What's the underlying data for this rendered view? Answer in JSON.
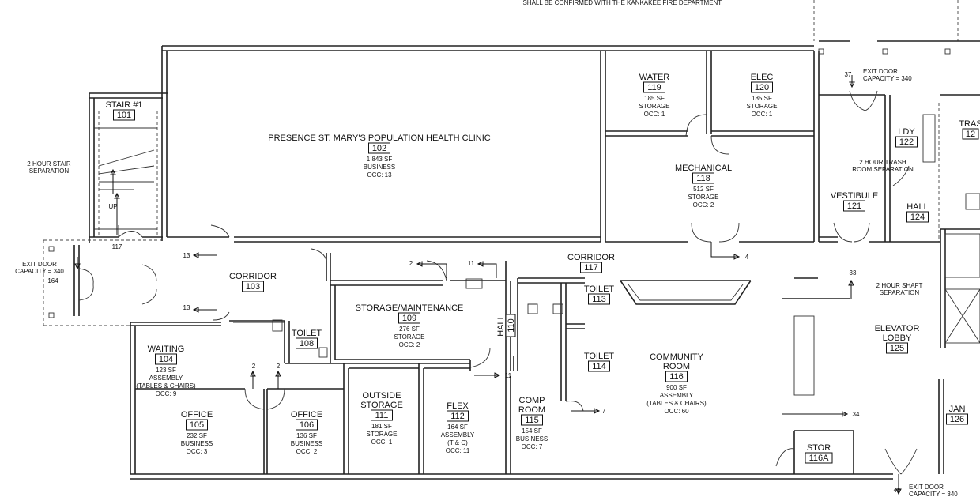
{
  "header_note": "SHALL BE CONFIRMED WITH THE KANKAKEE FIRE DEPARTMENT.",
  "rooms": [
    {
      "key": "stair1",
      "name": "STAIR #1",
      "number": "101",
      "lines": []
    },
    {
      "key": "clinic",
      "name": "PRESENCE ST. MARY'S POPULATION HEALTH CLINIC",
      "number": "102",
      "lines": [
        "1,843 SF",
        "BUSINESS",
        "OCC: 13"
      ]
    },
    {
      "key": "water",
      "name": "WATER",
      "number": "119",
      "lines": [
        "185 SF",
        "STORAGE",
        "OCC: 1"
      ]
    },
    {
      "key": "elec",
      "name": "ELEC",
      "number": "120",
      "lines": [
        "185 SF",
        "STORAGE",
        "OCC: 1"
      ]
    },
    {
      "key": "mechanical",
      "name": "MECHANICAL",
      "number": "118",
      "lines": [
        "512 SF",
        "STORAGE",
        "OCC: 2"
      ]
    },
    {
      "key": "ldy",
      "name": "LDY",
      "number": "122",
      "lines": []
    },
    {
      "key": "trash",
      "name": "TRAS",
      "number": "12",
      "lines": []
    },
    {
      "key": "vestibule",
      "name": "VESTIBULE",
      "number": "121",
      "lines": []
    },
    {
      "key": "hall124",
      "name": "HALL",
      "number": "124",
      "lines": []
    },
    {
      "key": "corridor103",
      "name": "CORRIDOR",
      "number": "103",
      "lines": []
    },
    {
      "key": "corridor117",
      "name": "CORRIDOR",
      "number": "117",
      "lines": []
    },
    {
      "key": "storage109",
      "name": "STORAGE/MAINTENANCE",
      "number": "109",
      "lines": [
        "276 SF",
        "STORAGE",
        "OCC: 2"
      ]
    },
    {
      "key": "hall110",
      "name": "HALL",
      "number": "110",
      "lines": []
    },
    {
      "key": "toilet113",
      "name": "TOILET",
      "number": "113",
      "lines": []
    },
    {
      "key": "toilet114",
      "name": "TOILET",
      "number": "114",
      "lines": []
    },
    {
      "key": "toilet108",
      "name": "TOILET",
      "number": "108",
      "lines": []
    },
    {
      "key": "waiting",
      "name": "WAITING",
      "number": "104",
      "lines": [
        "123 SF",
        "ASSEMBLY",
        "(TABLES & CHAIRS)",
        "OCC: 9"
      ]
    },
    {
      "key": "office105",
      "name": "OFFICE",
      "number": "105",
      "lines": [
        "232 SF",
        "BUSINESS",
        "OCC: 3"
      ]
    },
    {
      "key": "office106",
      "name": "OFFICE",
      "number": "106",
      "lines": [
        "136 SF",
        "BUSINESS",
        "OCC: 2"
      ]
    },
    {
      "key": "outside",
      "name": "OUTSIDE STORAGE",
      "number": "111",
      "lines": [
        "181 SF",
        "STORAGE",
        "OCC: 1"
      ]
    },
    {
      "key": "flex",
      "name": "FLEX",
      "number": "112",
      "lines": [
        "164 SF",
        "ASSEMBLY",
        "(T & C)",
        "OCC: 11"
      ]
    },
    {
      "key": "comp",
      "name": "COMP ROOM",
      "number": "115",
      "lines": [
        "154 SF",
        "BUSINESS",
        "OCC: 7"
      ]
    },
    {
      "key": "community",
      "name": "COMMUNITY ROOM",
      "number": "116",
      "lines": [
        "900 SF",
        "ASSEMBLY",
        "(TABLES & CHAIRS)",
        "OCC: 60"
      ]
    },
    {
      "key": "elevator",
      "name": "ELEVATOR LOBBY",
      "number": "125",
      "lines": []
    },
    {
      "key": "jan",
      "name": "JAN",
      "number": "126",
      "lines": []
    },
    {
      "key": "stor",
      "name": "STOR",
      "number": "116A",
      "lines": []
    }
  ],
  "notes": [
    {
      "key": "stair_sep",
      "lines": [
        "2 HOUR STAIR",
        "SEPARATION"
      ]
    },
    {
      "key": "exit_left",
      "lines": [
        "EXIT DOOR",
        "CAPACITY = 340"
      ]
    },
    {
      "key": "exit_top",
      "lines": [
        "EXIT DOOR",
        "CAPACITY = 340"
      ]
    },
    {
      "key": "exit_bottom",
      "lines": [
        "EXIT DOOR",
        "CAPACITY = 340"
      ]
    },
    {
      "key": "trash_sep",
      "lines": [
        "2 HOUR TRASH",
        "ROOM SEPARATION"
      ]
    },
    {
      "key": "shaft_sep",
      "lines": [
        "2 HOUR SHAFT",
        "SEPARATION"
      ]
    },
    {
      "key": "up",
      "lines": [
        "UP"
      ]
    }
  ],
  "egress_counts": [
    {
      "key": "c117",
      "text": "117"
    },
    {
      "key": "c13a",
      "text": "13"
    },
    {
      "key": "c13b",
      "text": "13"
    },
    {
      "key": "c164",
      "text": "164"
    },
    {
      "key": "c2a",
      "text": "2"
    },
    {
      "key": "c11a",
      "text": "11"
    },
    {
      "key": "c4",
      "text": "4"
    },
    {
      "key": "c33",
      "text": "33"
    },
    {
      "key": "c37",
      "text": "37"
    },
    {
      "key": "c2b",
      "text": "2"
    },
    {
      "key": "c2c",
      "text": "2"
    },
    {
      "key": "c11b",
      "text": "11"
    },
    {
      "key": "c7",
      "text": "7"
    },
    {
      "key": "c34",
      "text": "34"
    },
    {
      "key": "c46",
      "text": "46"
    }
  ]
}
